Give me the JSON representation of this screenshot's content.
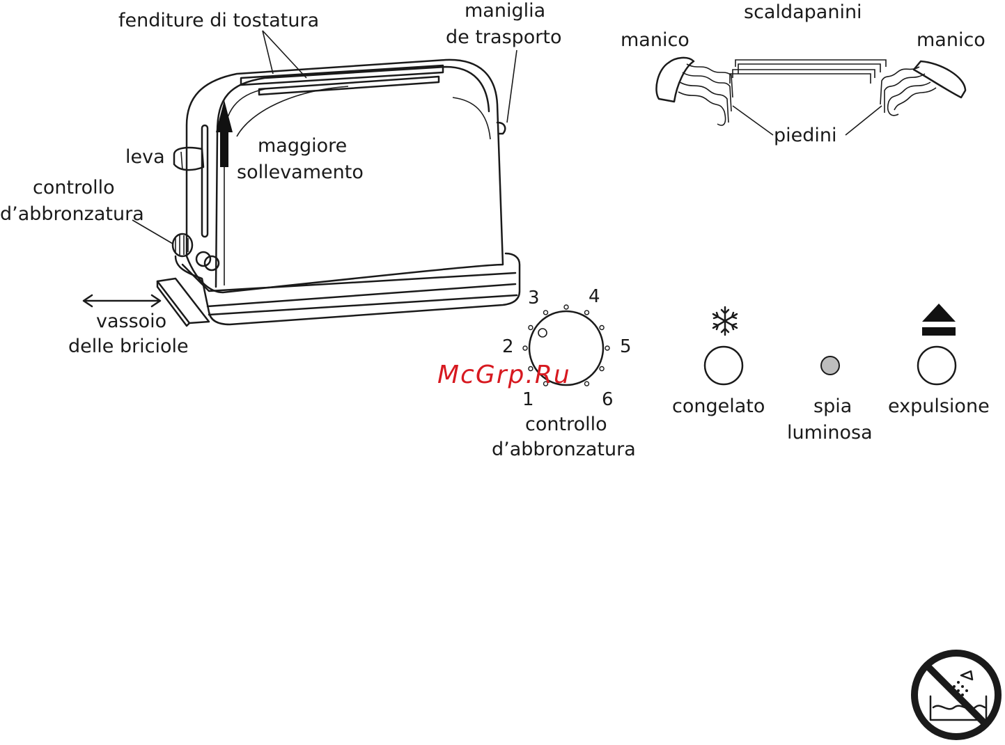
{
  "labels": {
    "toast_slots": "fenditure di tostatura",
    "carry_handle_line1": "maniglia",
    "carry_handle_line2": "de trasporto",
    "bun_warmer": "scaldapanini",
    "handle_left": "manico",
    "handle_right": "manico",
    "feet": "piedini",
    "lever": "leva",
    "browning_line1": "controllo",
    "browning_line2": "d’abbronzatura",
    "high_lift_line1": "maggiore",
    "high_lift_line2": "sollevamento",
    "crumb_tray_line1": "vassoio",
    "crumb_tray_line2": "delle briciole",
    "dial_caption_line1": "controllo",
    "dial_caption_line2": "d’abbronzatura",
    "frozen": "congelato",
    "indicator_line1": "spia",
    "indicator_line2": "luminosa",
    "cancel": "expulsione"
  },
  "dial": {
    "numbers": [
      "1",
      "2",
      "3",
      "4",
      "5",
      "6"
    ]
  },
  "watermark": "McGrp.Ru",
  "icons": {
    "frozen": "snowflake-icon",
    "cancel": "eject-icon",
    "indicator": "indicator-light",
    "warning": "no-immersion-icon"
  },
  "colors": {
    "line": "#1a1a1a",
    "watermark": "#d71920",
    "indicator_fill": "#bdbdbd"
  }
}
